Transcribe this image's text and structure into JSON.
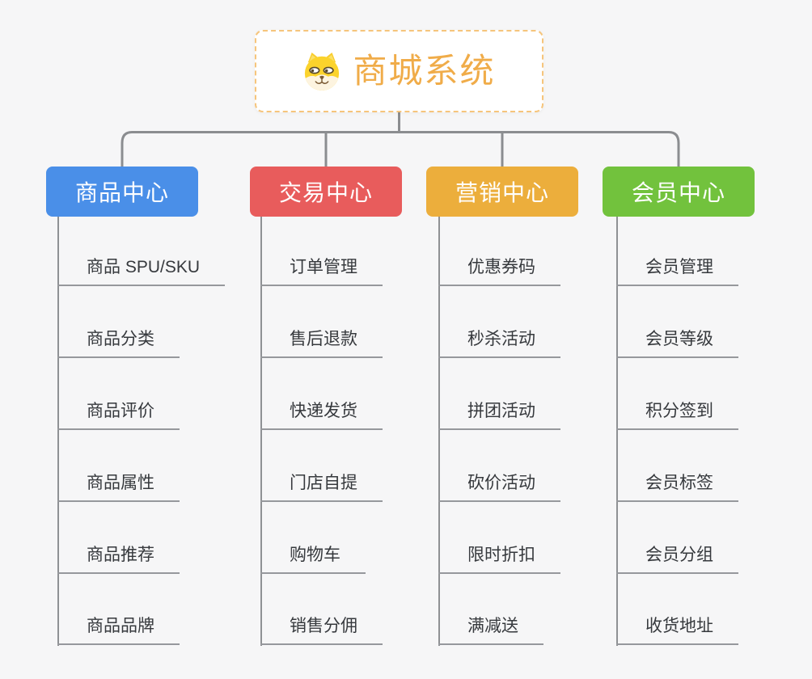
{
  "root": {
    "title": "商城系统",
    "icon": "shiba-dog-icon"
  },
  "branches": [
    {
      "label": "商品中心",
      "color": "#4a8fe8",
      "children": [
        "商品 SPU/SKU",
        "商品分类",
        "商品评价",
        "商品属性",
        "商品推荐",
        "商品品牌"
      ]
    },
    {
      "label": "交易中心",
      "color": "#e85c5c",
      "children": [
        "订单管理",
        "售后退款",
        "快递发货",
        "门店自提",
        "购物车",
        "销售分佣"
      ]
    },
    {
      "label": "营销中心",
      "color": "#ecae3c",
      "children": [
        "优惠券码",
        "秒杀活动",
        "拼团活动",
        "砍价活动",
        "限时折扣",
        "满减送"
      ]
    },
    {
      "label": "会员中心",
      "color": "#72c23d",
      "children": [
        "会员管理",
        "会员等级",
        "积分签到",
        "会员标签",
        "会员分组",
        "收货地址"
      ]
    }
  ],
  "colors": {
    "background": "#f6f6f7",
    "root_border": "#f6c57c",
    "root_title": "#f0ac49",
    "connector_gray": "#8b8d90",
    "underline_gray": "#96989c",
    "leaf_text": "#36393d",
    "node_text": "#ffffff"
  }
}
